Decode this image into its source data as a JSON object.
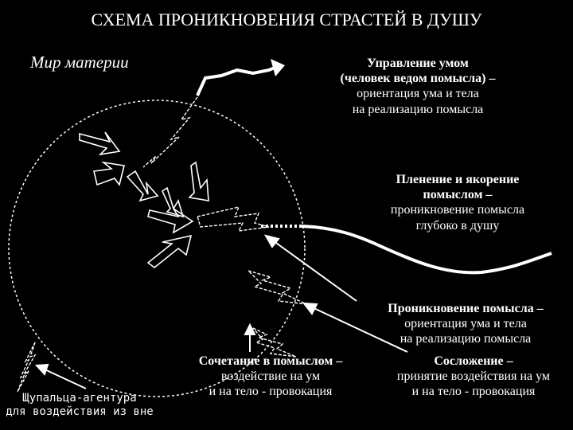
{
  "title": "СХЕМА ПРОНИКНОВЕНИЯ СТРАСТЕЙ В ДУШУ",
  "world_label": "Мир материи",
  "mind_control": {
    "heading1": "Управление умом",
    "heading2": "(человек ведом помысла) –",
    "line1": "ориентация ума и тела",
    "line2": "на реализацию помысла"
  },
  "capture": {
    "heading1": "Пленение и якорение",
    "heading2": "помыслом –",
    "line1": "проникновение помысла",
    "line2": "глубоко в душу"
  },
  "penetration": {
    "heading": "Проникновение помысла –",
    "line1": "ориентация ума и тела",
    "line2": "на реализацию помысла"
  },
  "combination": {
    "heading": "Сочетание в помыслом –",
    "line1": "воздействие на ум",
    "line2": "и на тело - провокация"
  },
  "consent": {
    "heading": "Сосложение –",
    "line1": "принятие воздействия на ум",
    "line2": "и на тело - провокация"
  },
  "tentacles": {
    "line1": "Щупальца-агентура",
    "line2": "для воздействия из вне"
  }
}
